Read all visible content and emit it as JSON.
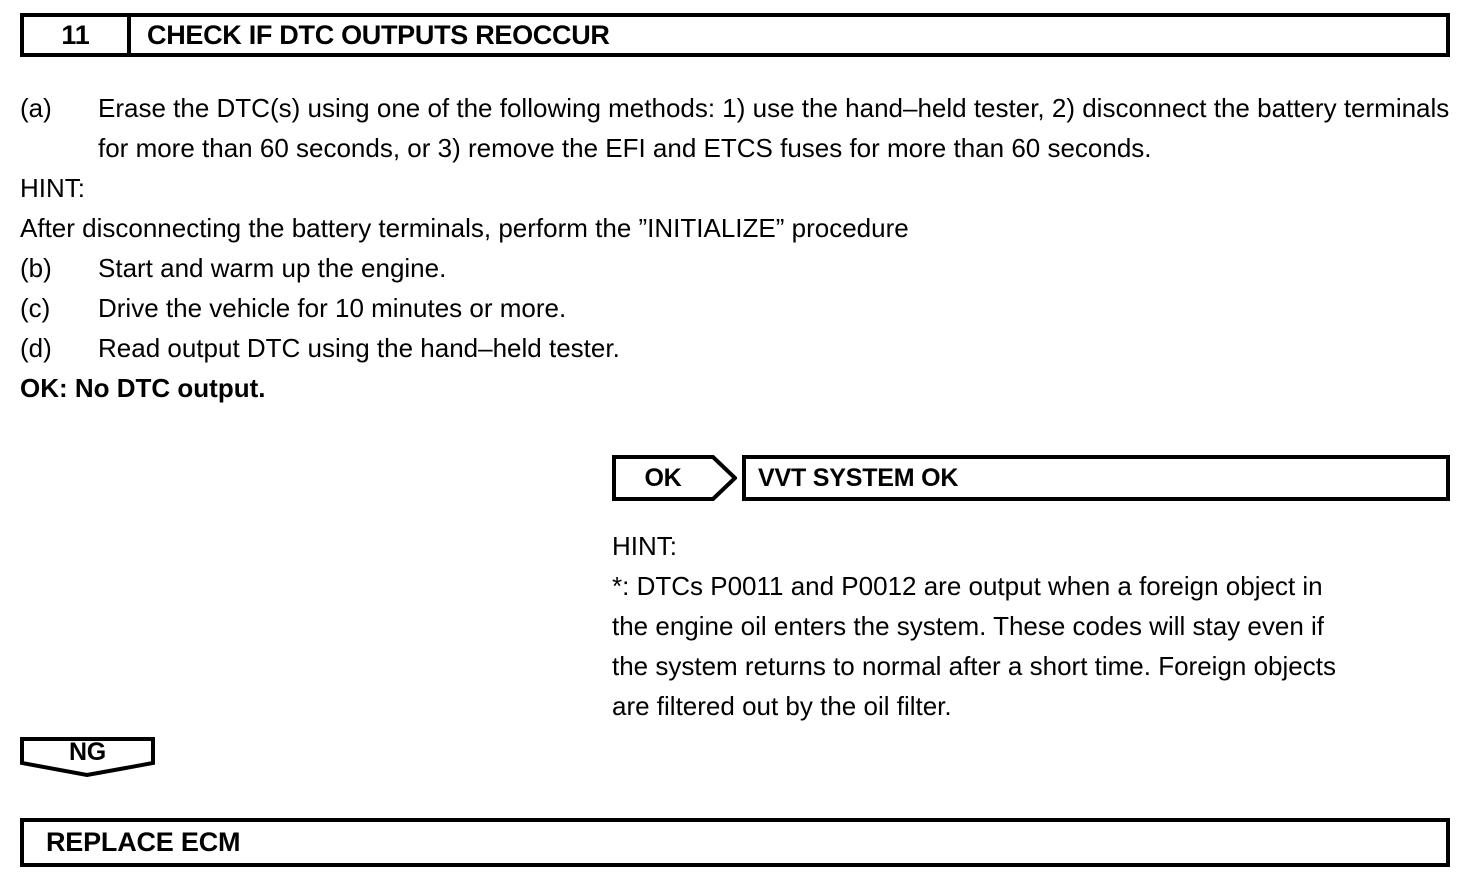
{
  "step_header": {
    "number": "11",
    "title": "CHECK IF DTC OUTPUTS REOCCUR"
  },
  "procedure": {
    "items": [
      {
        "label": "(a)",
        "text": "Erase the DTC(s) using one of the following methods: 1) use the hand–held tester, 2) disconnect the battery terminals for more than 60 seconds, or 3) remove the EFI and ETCS fuses for more than 60 seconds."
      }
    ],
    "hint_label": "HINT:",
    "hint_text": "After disconnecting the battery terminals, perform the ”INITIALIZE” procedure",
    "items_after_hint": [
      {
        "label": "(b)",
        "text": "Start and warm up the engine."
      },
      {
        "label": "(c)",
        "text": "Drive the vehicle for 10 minutes or more."
      },
      {
        "label": "(d)",
        "text": "Read output DTC using the hand–held tester."
      }
    ],
    "ok_criteria": "OK: No DTC output."
  },
  "result_ok": {
    "tag": "OK",
    "action": "VVT SYSTEM OK"
  },
  "right_hint": {
    "hint_label": "HINT:",
    "lines": [
      "*: DTCs P0011 and P0012 are output when a foreign object in",
      "the engine oil enters the system. These codes will stay even if",
      "the system returns to normal after a short time. Foreign objects",
      "are filtered out by the oil filter."
    ]
  },
  "result_ng": {
    "tag": "NG",
    "action": "REPLACE ECM"
  },
  "colors": {
    "ink": "#000000",
    "paper": "#ffffff"
  }
}
